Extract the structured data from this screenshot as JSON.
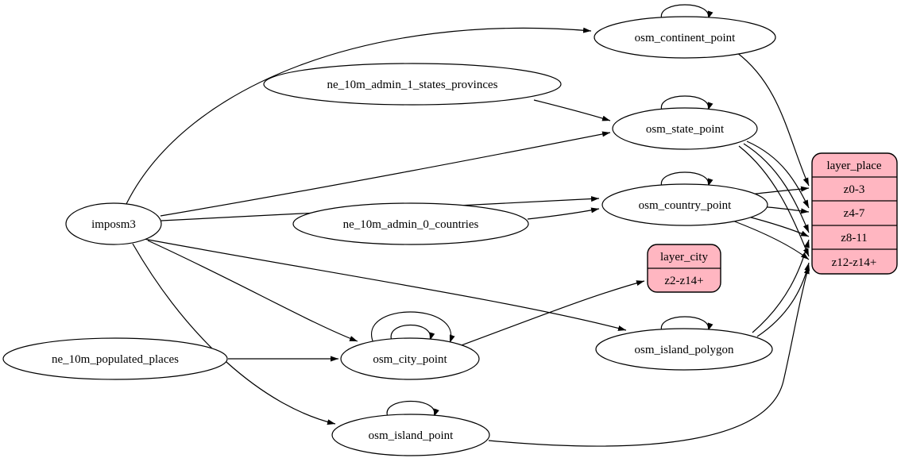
{
  "diagram": {
    "colors": {
      "background": "#ffffff",
      "node_fill": "#ffffff",
      "record_fill": "#ffb6c1",
      "line": "#000000",
      "text": "#000000"
    },
    "nodes": {
      "imposm3": {
        "label": "imposm3"
      },
      "ne_10m_admin_1_states_provinces": {
        "label": "ne_10m_admin_1_states_provinces"
      },
      "ne_10m_admin_0_countries": {
        "label": "ne_10m_admin_0_countries"
      },
      "ne_10m_populated_places": {
        "label": "ne_10m_populated_places"
      },
      "osm_continent_point": {
        "label": "osm_continent_point"
      },
      "osm_state_point": {
        "label": "osm_state_point"
      },
      "osm_country_point": {
        "label": "osm_country_point"
      },
      "osm_city_point": {
        "label": "osm_city_point"
      },
      "osm_island_polygon": {
        "label": "osm_island_polygon"
      },
      "osm_island_point": {
        "label": "osm_island_point"
      },
      "layer_city": {
        "title": "layer_city",
        "rows": [
          "z2-z14+"
        ]
      },
      "layer_place": {
        "title": "layer_place",
        "rows": [
          "z0-3",
          "z4-7",
          "z8-11",
          "z12-z14+"
        ]
      }
    },
    "edges": [
      {
        "from": "imposm3",
        "to": "osm_continent_point"
      },
      {
        "from": "imposm3",
        "to": "osm_state_point"
      },
      {
        "from": "imposm3",
        "to": "osm_country_point"
      },
      {
        "from": "imposm3",
        "to": "osm_city_point"
      },
      {
        "from": "imposm3",
        "to": "osm_island_polygon"
      },
      {
        "from": "imposm3",
        "to": "osm_island_point"
      },
      {
        "from": "ne_10m_admin_1_states_provinces",
        "to": "osm_state_point"
      },
      {
        "from": "ne_10m_admin_0_countries",
        "to": "osm_country_point"
      },
      {
        "from": "ne_10m_populated_places",
        "to": "osm_city_point"
      },
      {
        "from": "osm_continent_point",
        "to": "osm_continent_point"
      },
      {
        "from": "osm_state_point",
        "to": "osm_state_point"
      },
      {
        "from": "osm_country_point",
        "to": "osm_country_point"
      },
      {
        "from": "osm_city_point",
        "to": "osm_city_point"
      },
      {
        "from": "osm_city_point",
        "to": "osm_city_point"
      },
      {
        "from": "osm_island_polygon",
        "to": "osm_island_polygon"
      },
      {
        "from": "osm_island_point",
        "to": "osm_island_point"
      },
      {
        "from": "osm_continent_point",
        "to": "layer_place:z0-3"
      },
      {
        "from": "osm_state_point",
        "to": "layer_place:z4-7"
      },
      {
        "from": "osm_state_point",
        "to": "layer_place:z8-11"
      },
      {
        "from": "osm_state_point",
        "to": "layer_place:z12-z14+"
      },
      {
        "from": "osm_country_point",
        "to": "layer_place:z0-3"
      },
      {
        "from": "osm_country_point",
        "to": "layer_place:z4-7"
      },
      {
        "from": "osm_country_point",
        "to": "layer_place:z8-11"
      },
      {
        "from": "osm_country_point",
        "to": "layer_place:z12-z14+"
      },
      {
        "from": "osm_island_polygon",
        "to": "layer_place:z8-11"
      },
      {
        "from": "osm_island_polygon",
        "to": "layer_place:z12-z14+"
      },
      {
        "from": "osm_island_point",
        "to": "layer_place:z12-z14+"
      },
      {
        "from": "osm_city_point",
        "to": "layer_city:z2-z14+"
      }
    ]
  }
}
